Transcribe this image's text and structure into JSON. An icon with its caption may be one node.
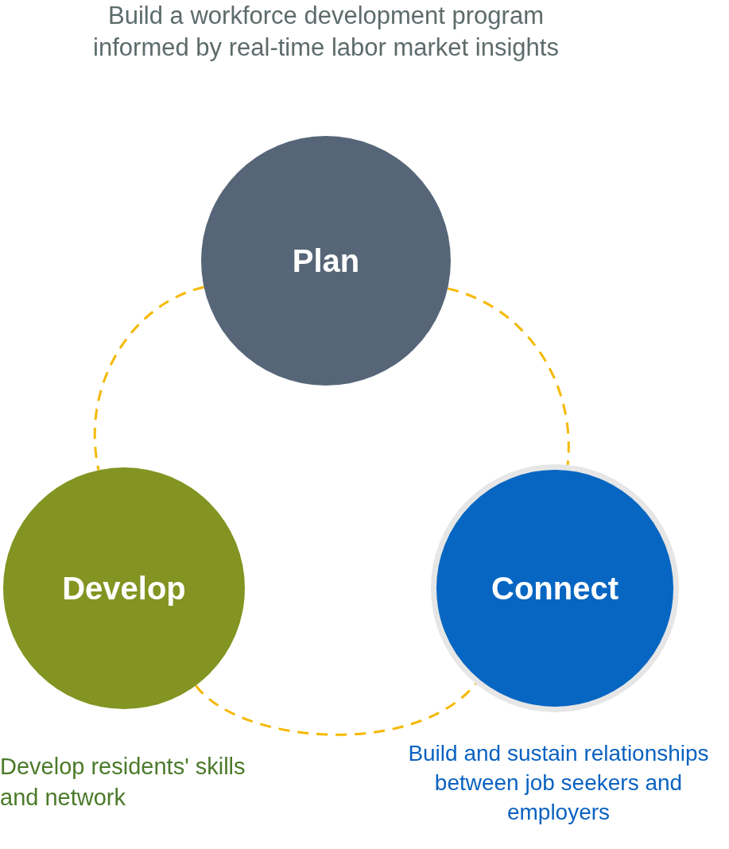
{
  "diagram": {
    "nodes": [
      {
        "text": [
          "Plan"
        ],
        "beside": [
          "Build a workforce development program informed by real-time labor market insights"
        ]
      },
      {
        "text": [
          "Develop"
        ],
        "beside": [
          "Develop residents' skills and network"
        ]
      },
      {
        "text": [
          "Connect"
        ],
        "beside": [
          "Build and sustain relationships between job seekers and employers"
        ]
      }
    ],
    "edges": [
      {
        "from": 0,
        "to": 1,
        "arrow": "none",
        "style": "dashed"
      },
      {
        "from": 0,
        "to": 2,
        "arrow": "none",
        "style": "dashed"
      },
      {
        "from": 1,
        "to": 2,
        "arrow": "none",
        "style": "dashed"
      }
    ]
  }
}
